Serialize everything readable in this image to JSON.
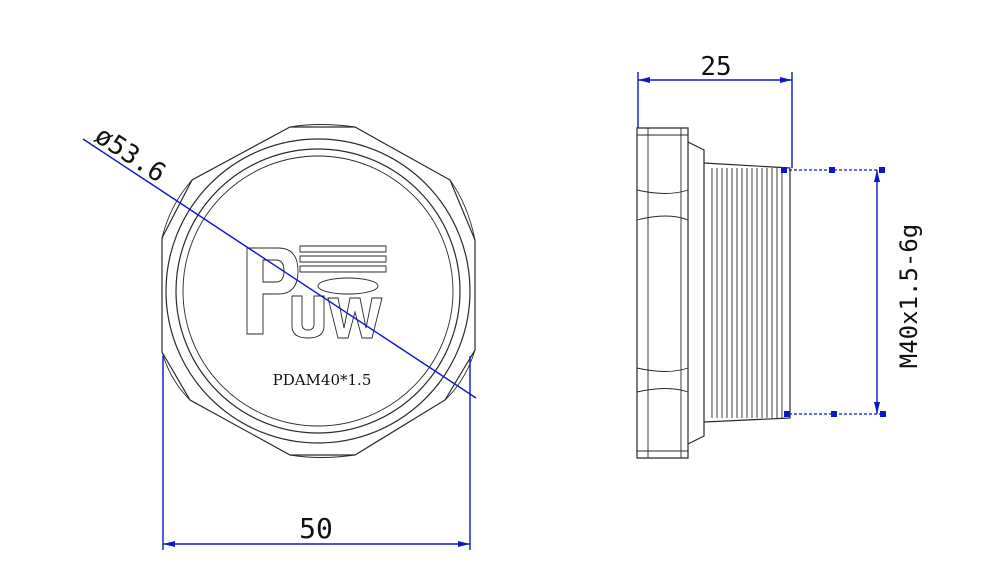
{
  "drawing": {
    "front_view": {
      "diameter_label": "ø53.6",
      "width_label": "50",
      "marking_text": "PDAM40*1.5",
      "logo_letters": [
        "P",
        "U",
        "W"
      ]
    },
    "side_view": {
      "length_label": "25",
      "thread_label": "M40x1.5-6g"
    },
    "colors": {
      "outline": "#2a2a2a",
      "dimension": "#0a18c8",
      "background": "#ffffff"
    }
  }
}
